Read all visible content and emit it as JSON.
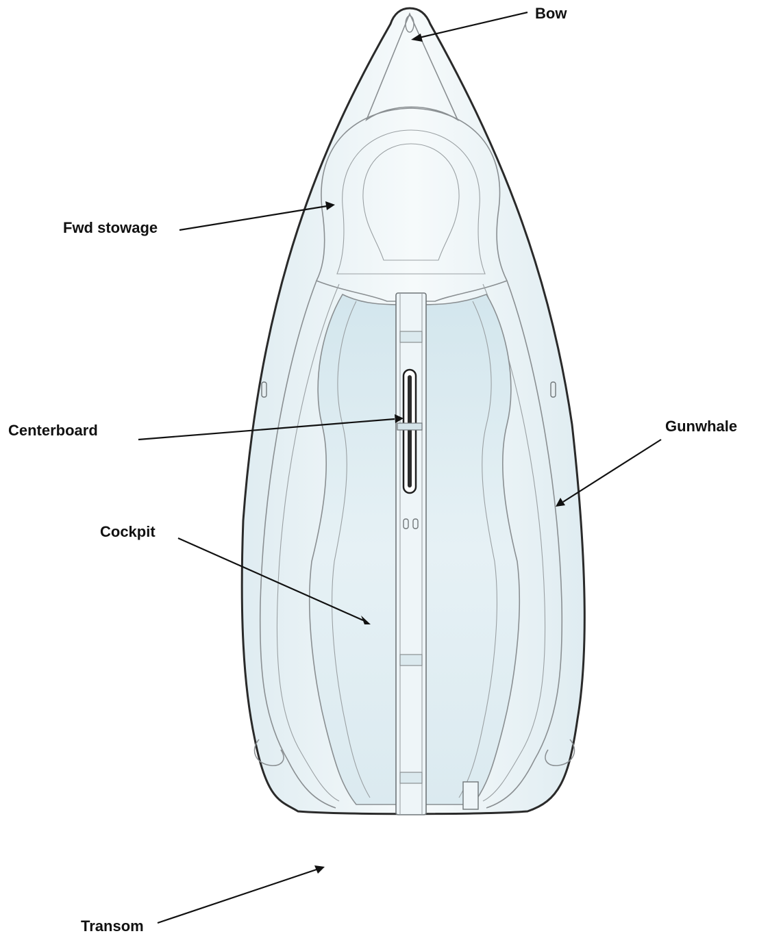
{
  "labels": {
    "bow": "Bow",
    "fwd_stowage": "Fwd stowage",
    "centerboard": "Centerboard",
    "gunwhale": "Gunwhale",
    "cockpit": "Cockpit",
    "transom": "Transom"
  },
  "colors": {
    "hull_fill_light": "#f3f8fa",
    "hull_fill_mid": "#d9e9ef",
    "hull_fill_shadow": "#c7dde6",
    "hull_outline": "#2a2a2a",
    "leader": "#111111"
  }
}
